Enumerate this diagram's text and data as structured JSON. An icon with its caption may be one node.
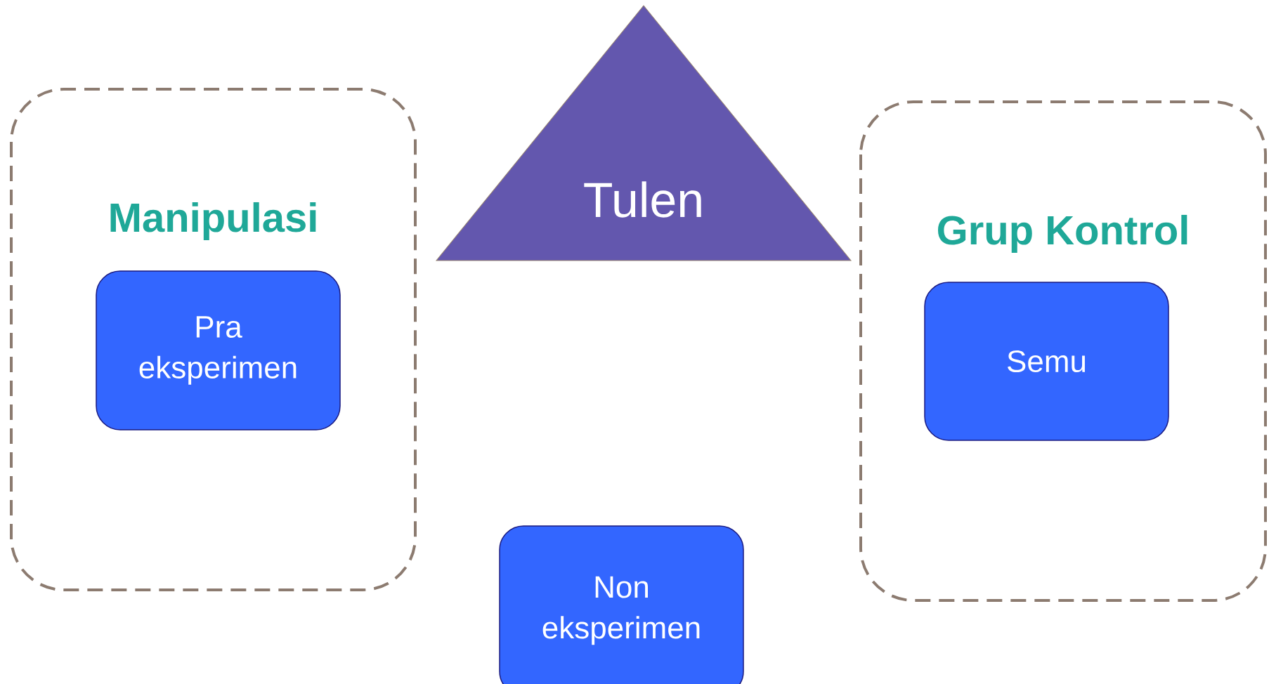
{
  "diagram": {
    "nodes": [
      {
        "text": [
          "Manipulasi"
        ]
      },
      {
        "text": [
          "Pra eksperimen"
        ],
        "in": 0
      },
      {
        "text": [
          "Tulen"
        ]
      },
      {
        "text": [
          "Grup Kontrol"
        ]
      },
      {
        "text": [
          "Semu"
        ],
        "in": 3
      },
      {
        "text": [
          "Non eksperimen"
        ]
      }
    ]
  }
}
